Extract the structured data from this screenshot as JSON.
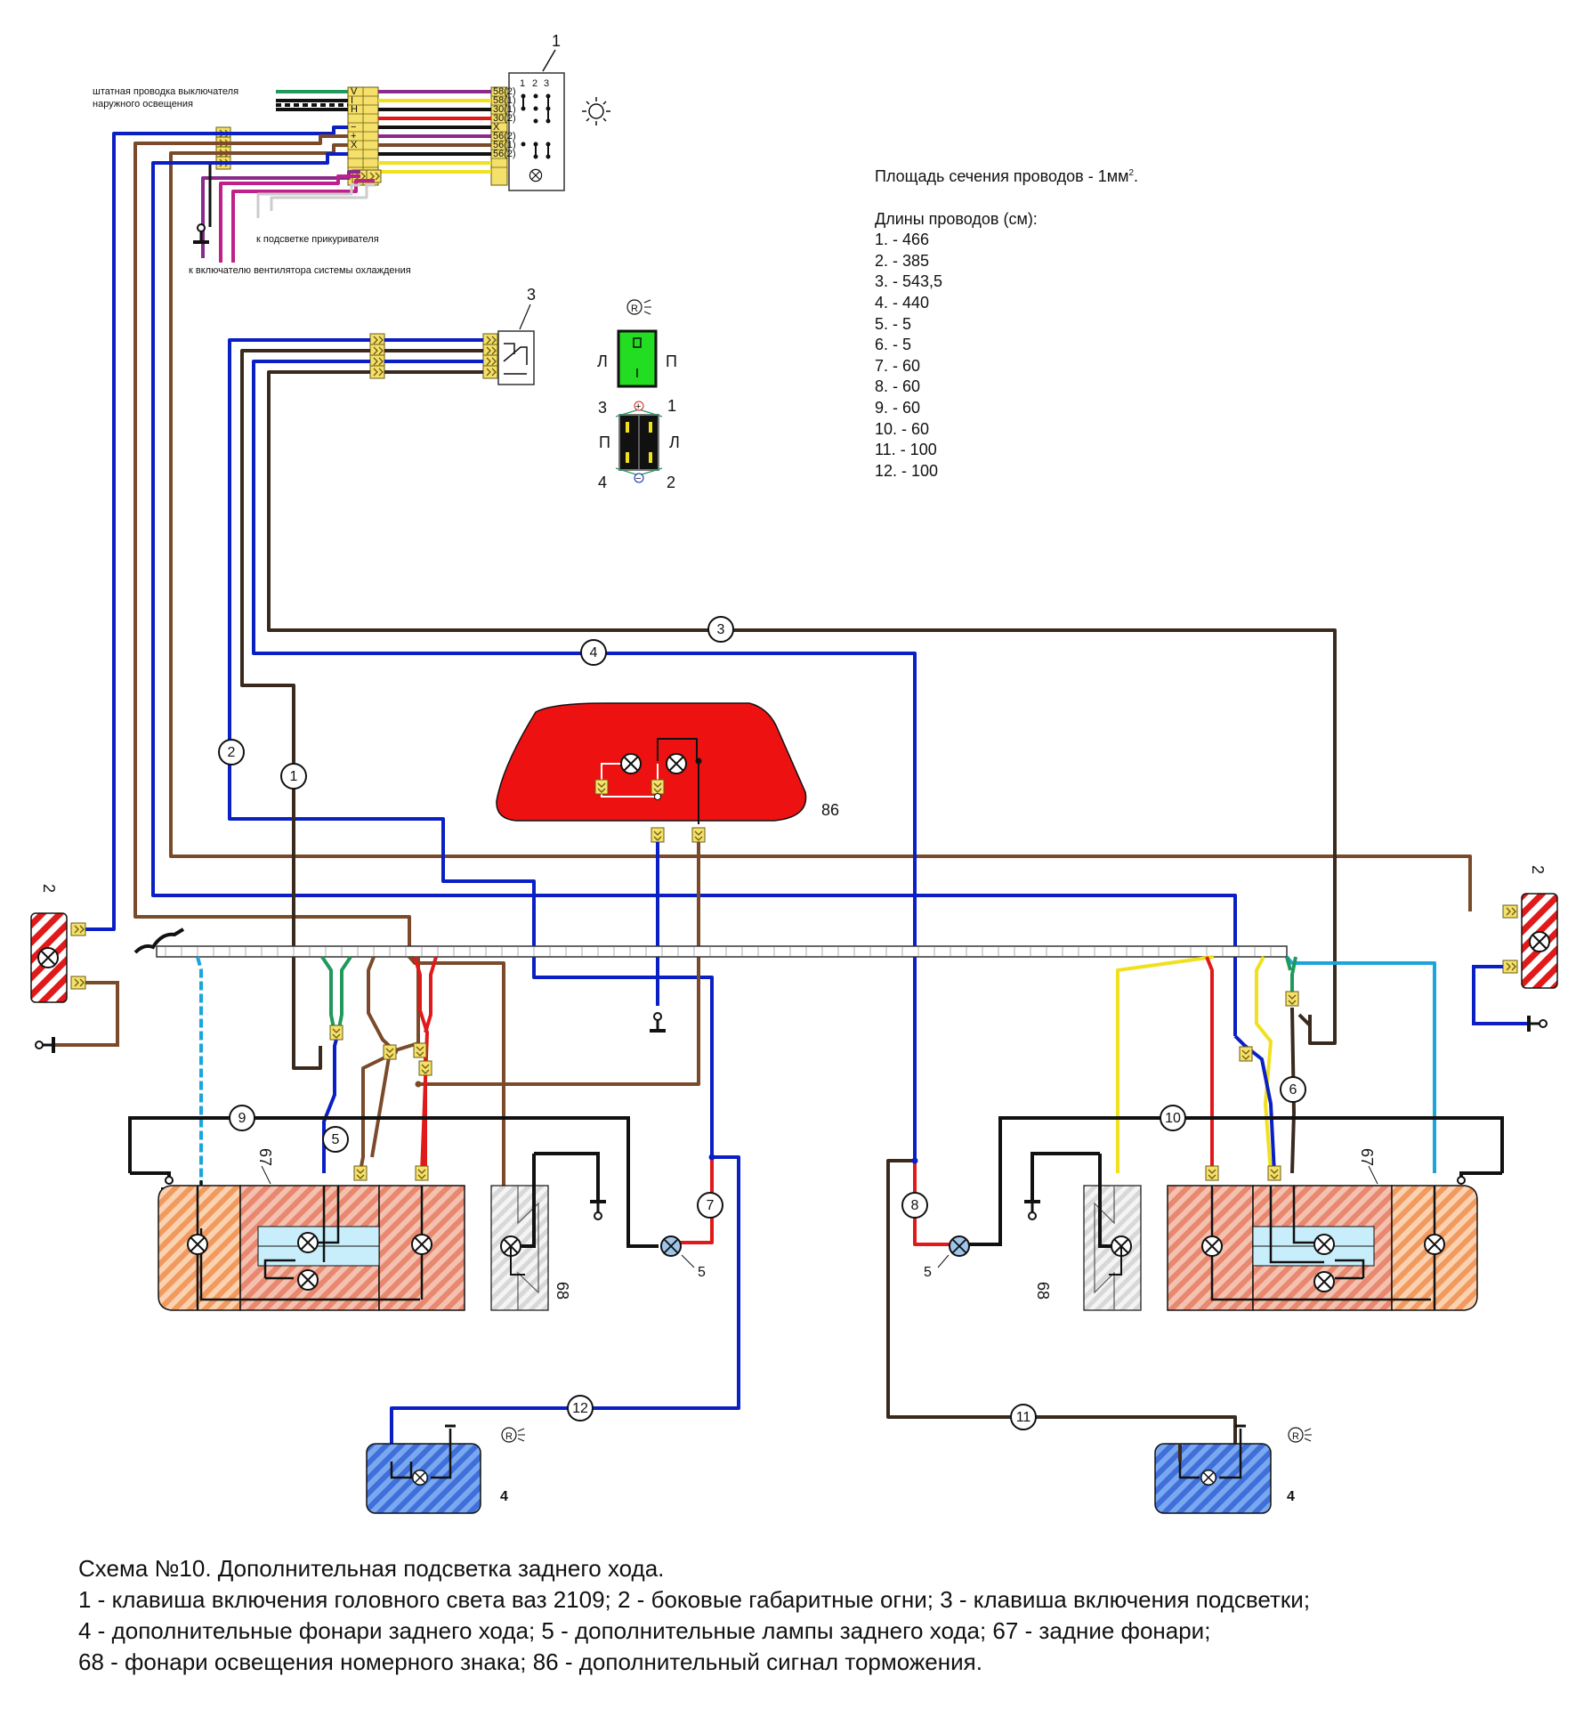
{
  "notes": {
    "section_area": "Площадь сечения проводов - 1мм",
    "section_area_sup": "2",
    "section_area_end": ".",
    "lengths_title": "Длины проводов (см):",
    "lengths": [
      "1. - 466",
      "2. - 385",
      "3. - 543,5",
      "4. - 440",
      "5. - 5",
      "6. - 5",
      "7. - 60",
      "8. - 60",
      "9. - 60",
      "10. - 60",
      "11. - 100",
      "12. - 100"
    ]
  },
  "labels": {
    "switch1_num": "1",
    "switch3_num": "3",
    "stock_wiring_1": "штатная проводка выключателя",
    "stock_wiring_2": "наружного освещения",
    "to_lighter": "к подсветке прикуривателя",
    "to_fan": "к включателю вентилятора системы охлаждения",
    "brake_light": "86",
    "side_left": "2",
    "side_right": "2",
    "taillight_left": "67",
    "taillight_right": "67",
    "plate_left": "68",
    "plate_right": "68",
    "lamp5_left": "5",
    "lamp5_right": "5",
    "rev_left": "4",
    "rev_right": "4",
    "key_left": "Л",
    "key_right": "П",
    "pin3": "3",
    "pin1": "1",
    "pin4": "4",
    "pin2": "2",
    "pin_l": "П",
    "pin_r": "Л",
    "plus": "+",
    "minus": "−",
    "rev_glyph": "R",
    "terminals_left": [
      "V",
      "I",
      "H",
      "",
      "−",
      "+",
      "X",
      "",
      ""
    ],
    "terminals_right": [
      "58(2)",
      "58(1)",
      "30(1)",
      "30(2)",
      "X",
      "56(2)",
      "56(1)",
      "56(2)",
      ""
    ]
  },
  "wire_numbers": [
    "1",
    "2",
    "3",
    "4",
    "5",
    "6",
    "7",
    "8",
    "9",
    "10",
    "11",
    "12"
  ],
  "caption": {
    "title": "Схема №10. Дополнительная подсветка заднего хода.",
    "line1": "1 - клавиша включения головного света ваз 2109; 2 - боковые габаритные огни;  3 - клавиша включения подсветки;",
    "line2": "4 - дополнительные фонари заднего хода;  5 - дополнительные лампы заднего хода; 67 - задние фонари;",
    "line3": "68 - фонари освещения номерного знака; 86 - дополнительный сигнал торможения."
  },
  "colors": {
    "blue": "#0a1fc4",
    "brown": "#7a4a2a",
    "dark_brown": "#3a2a1e",
    "red": "#e01a1a",
    "yellow": "#f0e020",
    "green": "#1f9a5a",
    "light_blue": "#1aa6dc",
    "purple": "#8a2a8a",
    "magenta": "#c0208a",
    "black": "#111111",
    "brake_red": "#ee1111",
    "switch_green": "#22dd22",
    "reverse_blue": "#4a7fe0"
  }
}
